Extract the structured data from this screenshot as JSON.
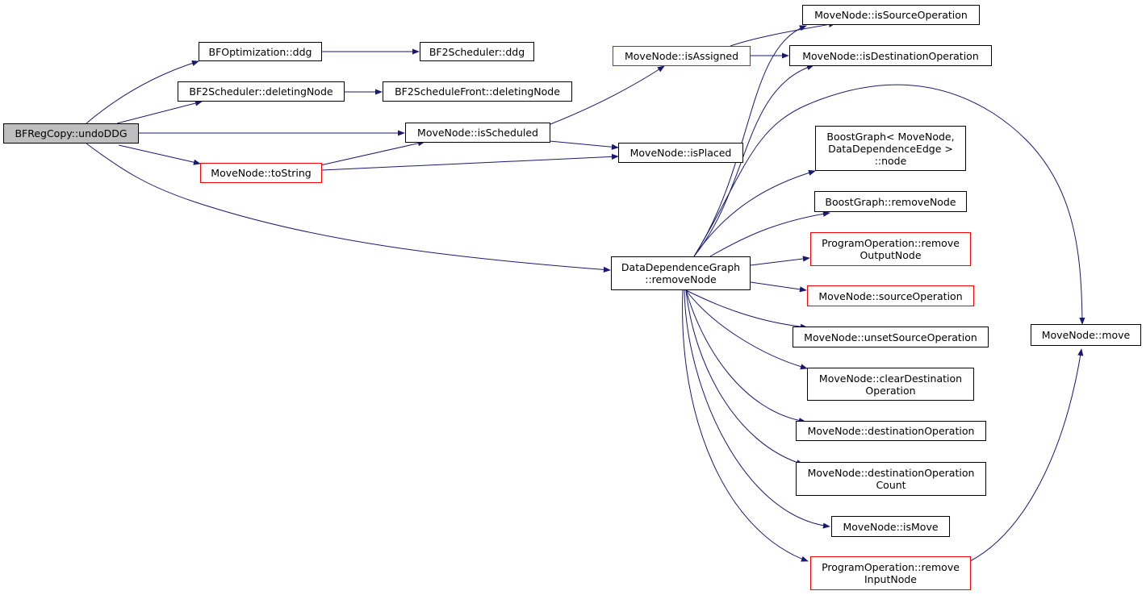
{
  "colors": {
    "edge": "#191970",
    "border": "#000000",
    "incomplete_border": "#ff0000",
    "root_fill": "#bfbfbf"
  },
  "nodes": {
    "root": {
      "lines": [
        "BFRegCopy::undoDDG"
      ]
    },
    "bfopt_ddg": {
      "lines": [
        "BFOptimization::ddg"
      ]
    },
    "bf2s_ddg": {
      "lines": [
        "BF2Scheduler::ddg"
      ]
    },
    "bf2s_deleting": {
      "lines": [
        "BF2Scheduler::deletingNode"
      ]
    },
    "bf2sf_deleting": {
      "lines": [
        "BF2ScheduleFront::deletingNode"
      ]
    },
    "mn_isScheduled": {
      "lines": [
        "MoveNode::isScheduled"
      ]
    },
    "mn_toString": {
      "lines": [
        "MoveNode::toString"
      ]
    },
    "mn_isPlaced": {
      "lines": [
        "MoveNode::isPlaced"
      ]
    },
    "mn_isAssigned": {
      "lines": [
        "MoveNode::isAssigned"
      ]
    },
    "mn_isSourceOp": {
      "lines": [
        "MoveNode::isSourceOperation"
      ]
    },
    "mn_isDestOp": {
      "lines": [
        "MoveNode::isDestinationOperation"
      ]
    },
    "ddg_removeNode": {
      "lines": [
        "DataDependenceGraph",
        "::removeNode"
      ]
    },
    "bg_node": {
      "lines": [
        "BoostGraph< MoveNode,",
        "DataDependenceEdge >",
        "::node"
      ]
    },
    "bg_removeNode": {
      "lines": [
        "BoostGraph::removeNode"
      ]
    },
    "po_removeOutput": {
      "lines": [
        "ProgramOperation::remove",
        "OutputNode"
      ]
    },
    "mn_sourceOp": {
      "lines": [
        "MoveNode::sourceOperation"
      ]
    },
    "mn_unsetSource": {
      "lines": [
        "MoveNode::unsetSourceOperation"
      ]
    },
    "mn_clearDest": {
      "lines": [
        "MoveNode::clearDestination",
        "Operation"
      ]
    },
    "mn_destOp": {
      "lines": [
        "MoveNode::destinationOperation"
      ]
    },
    "mn_destOpCount": {
      "lines": [
        "MoveNode::destinationOperation",
        "Count"
      ]
    },
    "mn_isMove": {
      "lines": [
        "MoveNode::isMove"
      ]
    },
    "po_removeInput": {
      "lines": [
        "ProgramOperation::remove",
        "InputNode"
      ]
    },
    "mn_move": {
      "lines": [
        "MoveNode::move"
      ]
    }
  }
}
